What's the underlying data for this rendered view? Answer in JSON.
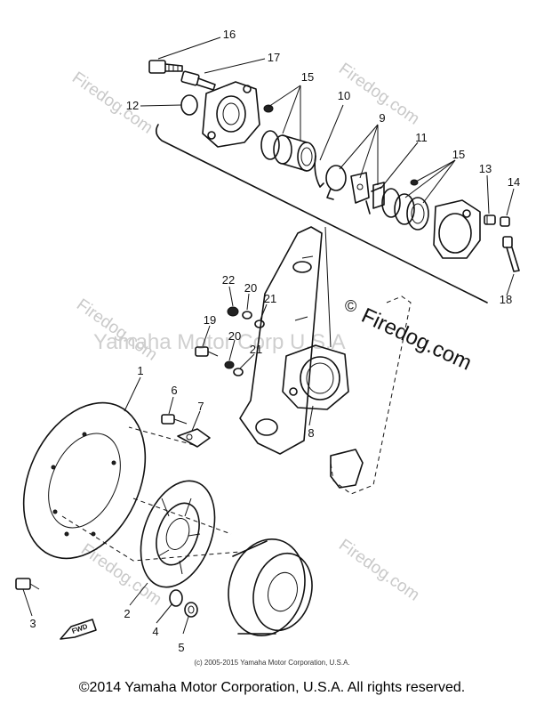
{
  "watermarks": {
    "firedog": "Firedog.com",
    "center_line": "Yamaha Motor Corp U.S.A",
    "copyright_symbol": "©"
  },
  "callouts": {
    "c1": "1",
    "c2": "2",
    "c3": "3",
    "c4": "4",
    "c5": "5",
    "c6": "6",
    "c7": "7",
    "c8": "8",
    "c9": "9",
    "c10": "10",
    "c11": "11",
    "c12": "12",
    "c13": "13",
    "c14": "14",
    "c15a": "15",
    "c15b": "15",
    "c16": "16",
    "c17": "17",
    "c18": "18",
    "c19": "19",
    "c20a": "20",
    "c20b": "20",
    "c21a": "21",
    "c21b": "21",
    "c22": "22"
  },
  "fwd_label": "FWD",
  "small_copyright": "(c) 2005-2015 Yamaha Motor Corporation, U.S.A.",
  "footer": "©2014 Yamaha Motor Corporation, U.S.A. All rights reserved."
}
